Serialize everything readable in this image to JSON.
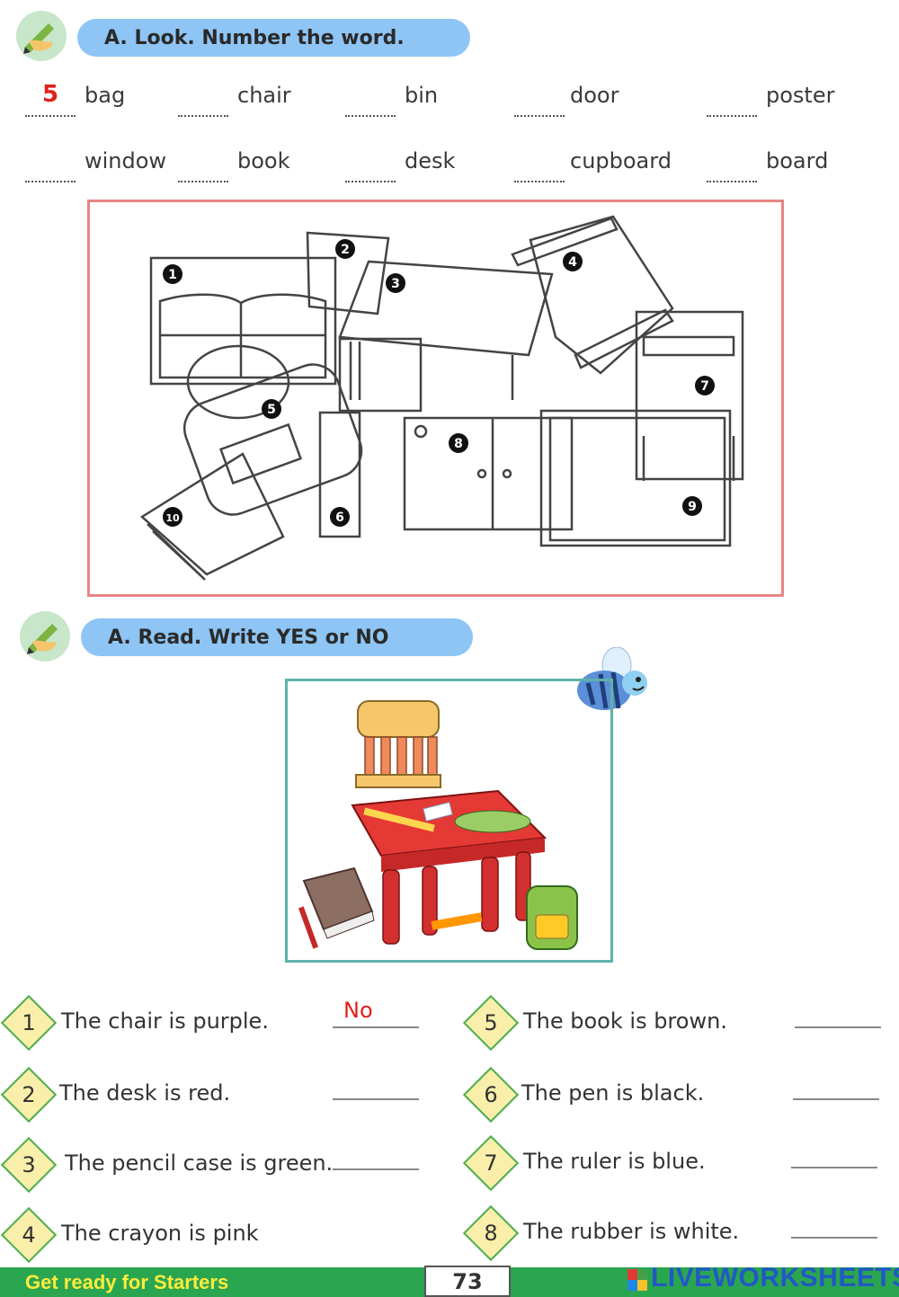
{
  "section_a": {
    "title": "A. Look. Number the word.",
    "words": [
      {
        "answer": "5",
        "label": "bag"
      },
      {
        "answer": "",
        "label": "chair"
      },
      {
        "answer": "",
        "label": "bin"
      },
      {
        "answer": "",
        "label": "door"
      },
      {
        "answer": "",
        "label": "poster"
      },
      {
        "answer": "",
        "label": "window"
      },
      {
        "answer": "",
        "label": "book"
      },
      {
        "answer": "",
        "label": "desk"
      },
      {
        "answer": "",
        "label": "cupboard"
      },
      {
        "answer": "",
        "label": "board"
      }
    ],
    "picture_numbers": [
      "1",
      "2",
      "3",
      "4",
      "5",
      "6",
      "7",
      "8",
      "9",
      "10"
    ]
  },
  "section_b": {
    "title": "A. Read. Write YES or NO",
    "statements": [
      {
        "num": "1",
        "text": "The chair is purple.",
        "answer": "No"
      },
      {
        "num": "2",
        "text": "The desk is red.",
        "answer": ""
      },
      {
        "num": "3",
        "text": "The pencil case is green.",
        "answer": ""
      },
      {
        "num": "4",
        "text": "The crayon is pink",
        "answer": ""
      },
      {
        "num": "5",
        "text": "The book is brown.",
        "answer": ""
      },
      {
        "num": "6",
        "text": "The pen is black.",
        "answer": ""
      },
      {
        "num": "7",
        "text": "The ruler is blue.",
        "answer": ""
      },
      {
        "num": "8",
        "text": "The rubber is white.",
        "answer": ""
      }
    ]
  },
  "footer": {
    "left": "Get ready for Starters",
    "page": "73",
    "brand": "LIVEWORKSHEETS"
  },
  "colors": {
    "pill": "#8ec5f5",
    "footer": "#2aa651",
    "answer": "#e0201c",
    "frame_a": "#e88585",
    "frame_b": "#5fb3a8"
  }
}
